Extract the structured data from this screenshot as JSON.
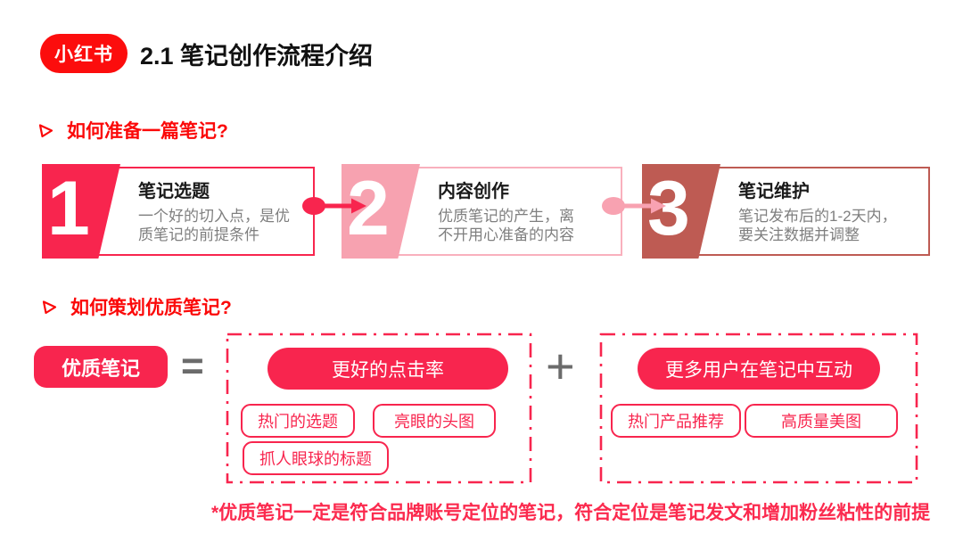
{
  "header": {
    "logo_text": "小红书",
    "title": "2.1 笔记创作流程介绍"
  },
  "colors": {
    "bright_red": "#fb0909",
    "crimson": "#f8254e",
    "pink": "#f7a2b0",
    "pink_border": "#f9b0bd",
    "brick": "#be5b53",
    "desc_gray": "#7f7f7f",
    "operator_gray": "#6b6b6b"
  },
  "icons": {
    "logo": "xiaohongshu-logo",
    "heading_bullet": "arrow-right-outline",
    "flow_connector": "circle-arrow-right"
  },
  "section1": {
    "heading": "如何准备一篇笔记?",
    "steps": [
      {
        "number": "1",
        "title": "笔记选题",
        "desc": "一个好的切入点，是优\n质笔记的前提条件"
      },
      {
        "number": "2",
        "title": "内容创作",
        "desc": "优质笔记的产生，离\n不开用心准备的内容"
      },
      {
        "number": "3",
        "title": "笔记维护",
        "desc": "笔记发布后的1-2天内，\n要关注数据并调整"
      }
    ]
  },
  "section2": {
    "heading": "如何策划优质笔记?",
    "result_label": "优质笔记",
    "equals_sign": "=",
    "plus_sign": "+",
    "group1": {
      "header": "更好的点击率",
      "tags": [
        "热门的选题",
        "亮眼的头图",
        "抓人眼球的标题"
      ]
    },
    "group2": {
      "header": "更多用户在笔记中互动",
      "tags": [
        "热门产品推荐",
        "高质量美图"
      ]
    }
  },
  "footnote": "*优质笔记一定是符合品牌账号定位的笔记，符合定位是笔记发文和增加粉丝粘性的前提"
}
